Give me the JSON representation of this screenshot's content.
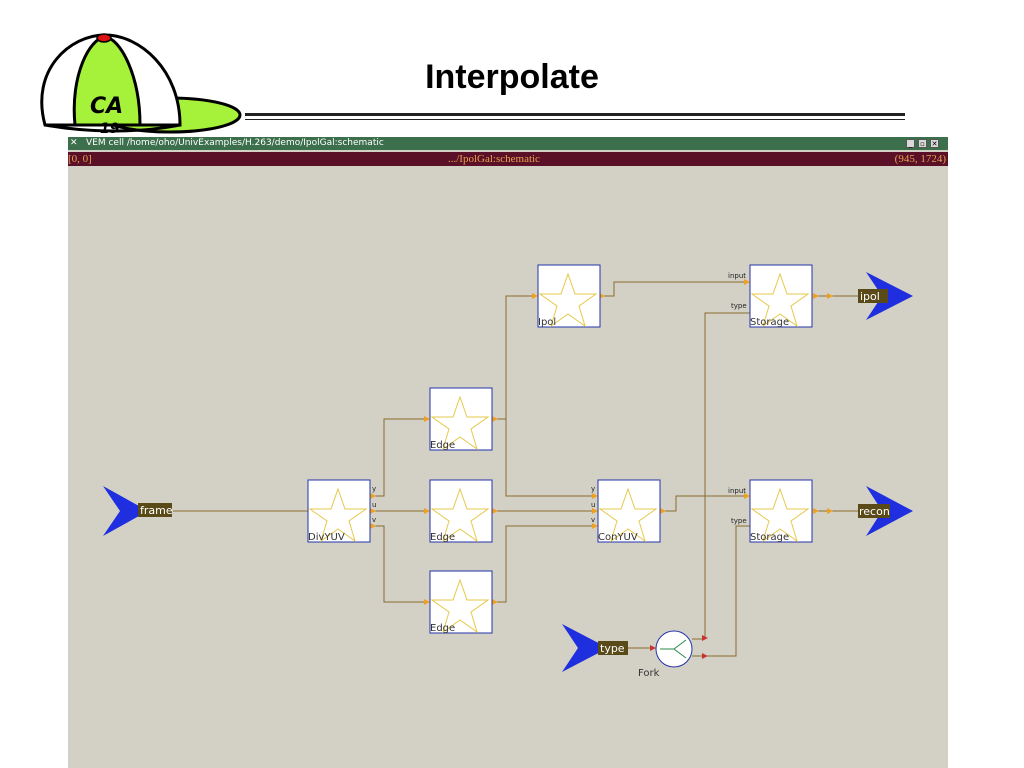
{
  "slide": {
    "title": "Interpolate"
  },
  "logo": {
    "text": "CA",
    "subtext": "19"
  },
  "window": {
    "title": "VEM cell /home/oho/UnivExamples/H.263/demo/IpolGal:schematic",
    "status_left": "[0, 0]",
    "status_center": ".../IpolGal:schematic",
    "status_right": "(945, 1724)",
    "buttons": [
      "_",
      "▫",
      "✕"
    ]
  },
  "schematic": {
    "ports": {
      "frame": "frame",
      "type": "type",
      "ipol": "ipol",
      "recon": "recon"
    },
    "blocks": {
      "divyuv": "DivYUV",
      "edge1": "Edge",
      "edge2": "Edge",
      "edge3": "Edge",
      "ipol": "Ipol",
      "conyuv": "ConYUV",
      "storage1": "Storage",
      "storage2": "Storage",
      "fork": "Fork"
    },
    "pins": {
      "y": "y",
      "u": "u",
      "v": "v",
      "input": "input",
      "type": "type"
    }
  },
  "colors": {
    "canvas": "#d3d1c5",
    "wire": "#8b6a2e",
    "arrow": "#f0a020",
    "block_border": "#2233aa",
    "star": "#e6c84a",
    "port_arrow": "#1f2fe0",
    "port_label_bg": "#5a4a18",
    "fork_wire": "#cc3333"
  }
}
